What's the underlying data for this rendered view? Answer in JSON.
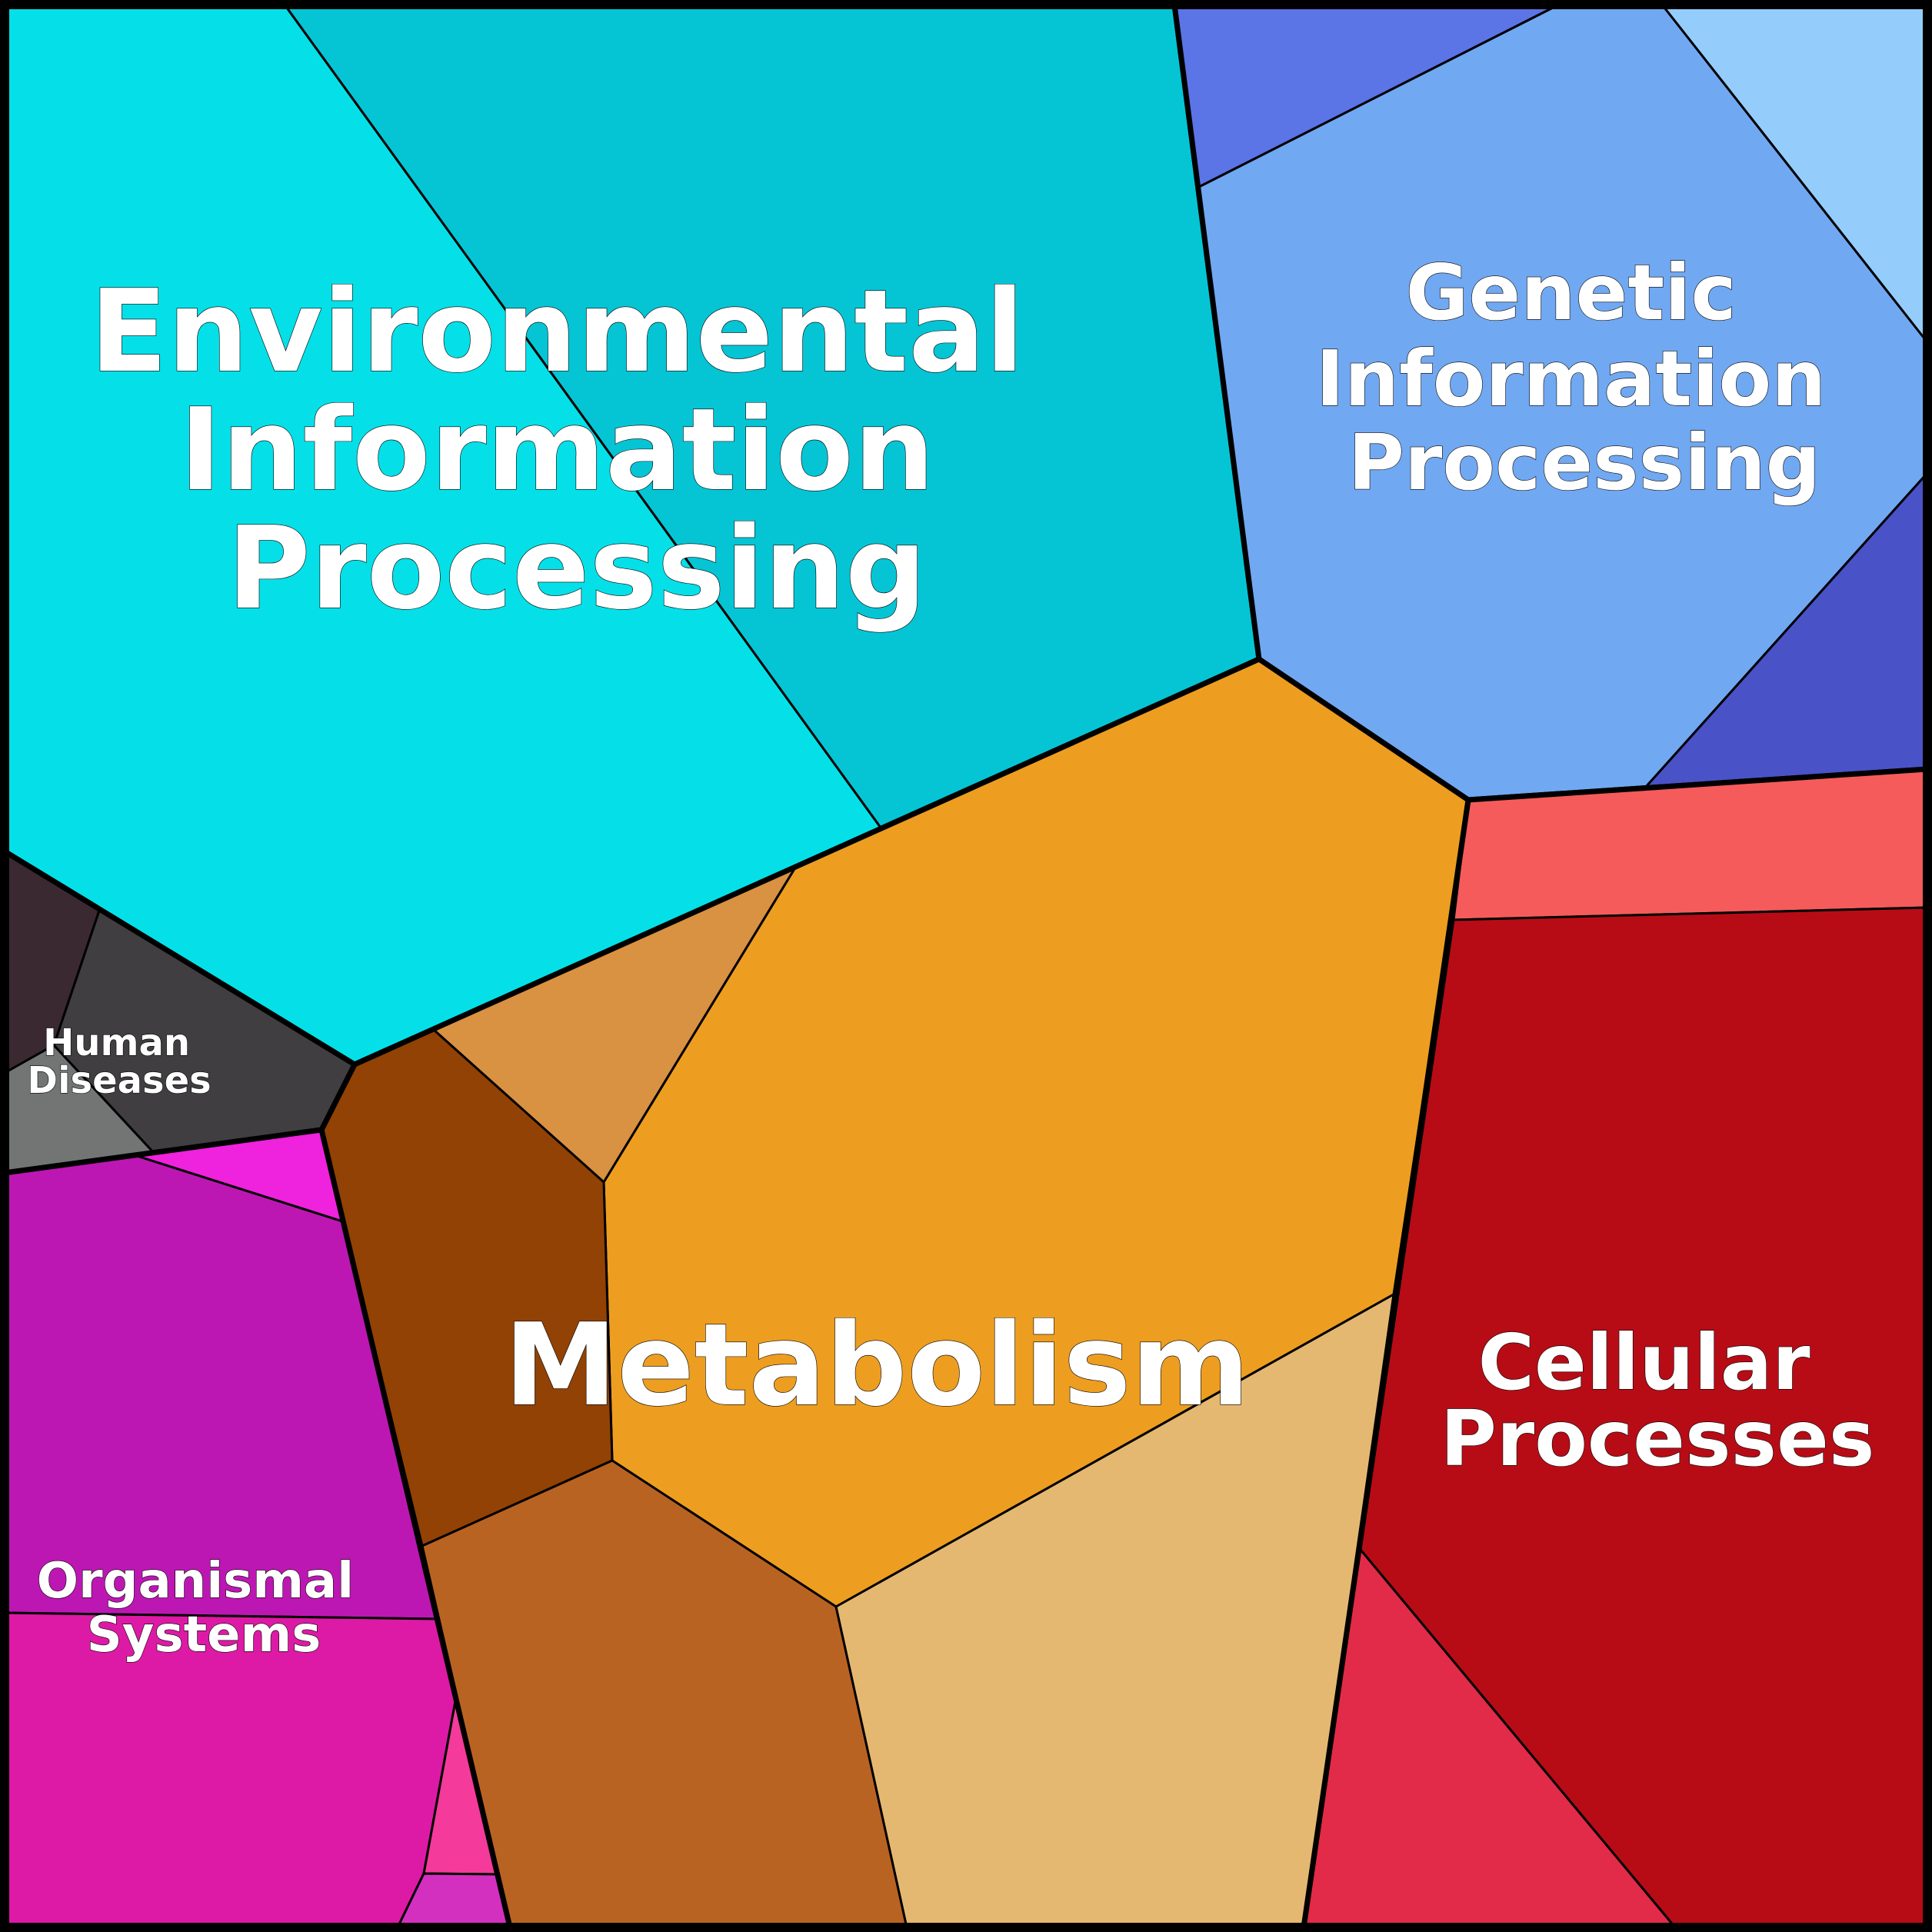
{
  "diagram": {
    "type": "voronoi-treemap",
    "groups": [
      {
        "id": "environmental",
        "label_lines": [
          "Environmental",
          "Information",
          "Processing"
        ],
        "cell_colors": [
          "#05e0e8",
          "#05c5d5"
        ]
      },
      {
        "id": "genetic",
        "label_lines": [
          "Genetic",
          "Information",
          "Processing"
        ],
        "cell_colors": [
          "#5b74e6",
          "#71a8f2",
          "#94cdfc",
          "#4a52c8"
        ]
      },
      {
        "id": "metabolism",
        "label_lines": [
          "Metabolism"
        ],
        "cell_colors": [
          "#ed9e20",
          "#d99142",
          "#924204",
          "#b96323",
          "#e5b871"
        ]
      },
      {
        "id": "cellular",
        "label_lines": [
          "Cellular",
          "Processes"
        ],
        "cell_colors": [
          "#f55b5b",
          "#b70c16",
          "#e22b48"
        ]
      },
      {
        "id": "human-diseases",
        "label_lines": [
          "Human",
          "Diseases"
        ],
        "cell_colors": [
          "#3b2932",
          "#403e40",
          "#737474"
        ]
      },
      {
        "id": "organismal",
        "label_lines": [
          "Organismal",
          "Systems"
        ],
        "cell_colors": [
          "#ef22dd",
          "#bd17b3",
          "#dd1aa5",
          "#f43a9a",
          "#d430c0"
        ]
      }
    ]
  }
}
